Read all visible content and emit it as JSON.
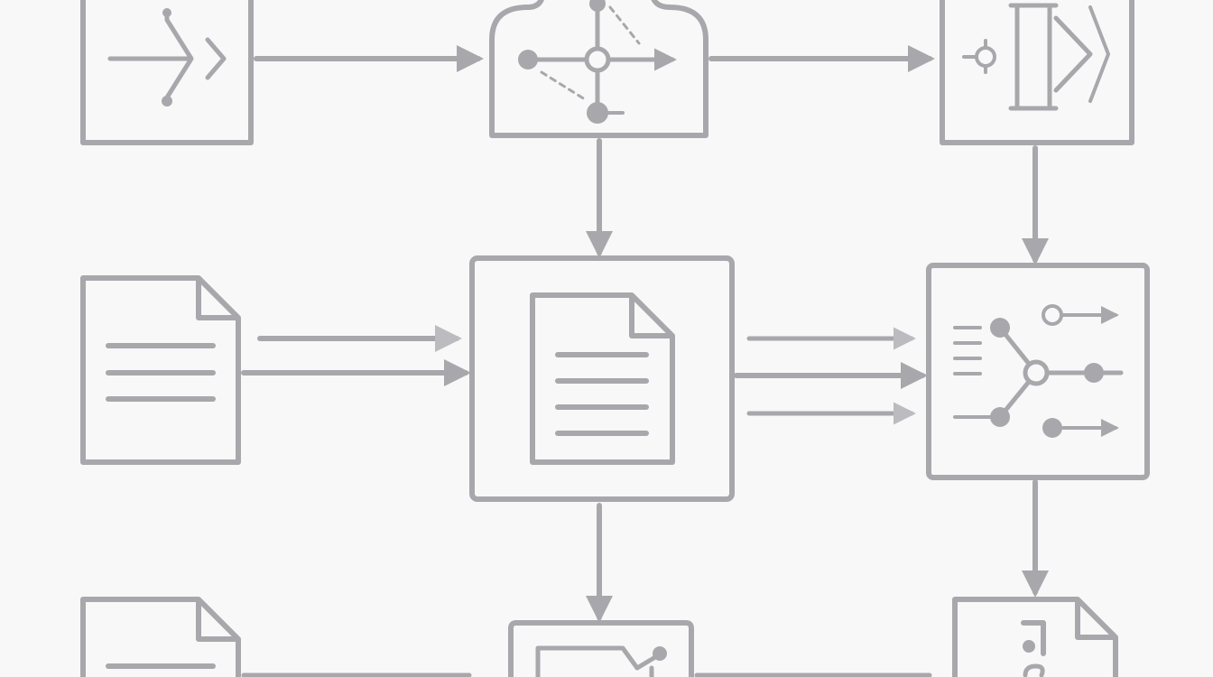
{
  "diagram": {
    "colors": {
      "background": "#f8f8f9",
      "line": "#a8a8ac",
      "line_light": "#bcbcc0"
    },
    "nodes": [
      {
        "id": "ingest",
        "icon": "forward-chevron-icon"
      },
      {
        "id": "cloud-router",
        "icon": "cloud-network-icon"
      },
      {
        "id": "transform",
        "icon": "transform-gate-icon"
      },
      {
        "id": "source-doc",
        "icon": "text-document-icon"
      },
      {
        "id": "central-doc",
        "icon": "framed-document-icon"
      },
      {
        "id": "splitter",
        "icon": "branch-split-icon"
      },
      {
        "id": "doc-bottom",
        "icon": "text-document-icon"
      },
      {
        "id": "export",
        "icon": "export-frame-icon"
      },
      {
        "id": "audio-doc",
        "icon": "music-document-icon"
      }
    ],
    "edges": [
      {
        "from": "ingest",
        "to": "cloud-router"
      },
      {
        "from": "cloud-router",
        "to": "transform"
      },
      {
        "from": "cloud-router",
        "to": "central-doc"
      },
      {
        "from": "transform",
        "to": "splitter"
      },
      {
        "from": "source-doc",
        "to": "central-doc"
      },
      {
        "from": "central-doc",
        "to": "splitter"
      },
      {
        "from": "central-doc",
        "to": "export"
      },
      {
        "from": "splitter",
        "to": "audio-doc"
      }
    ]
  }
}
